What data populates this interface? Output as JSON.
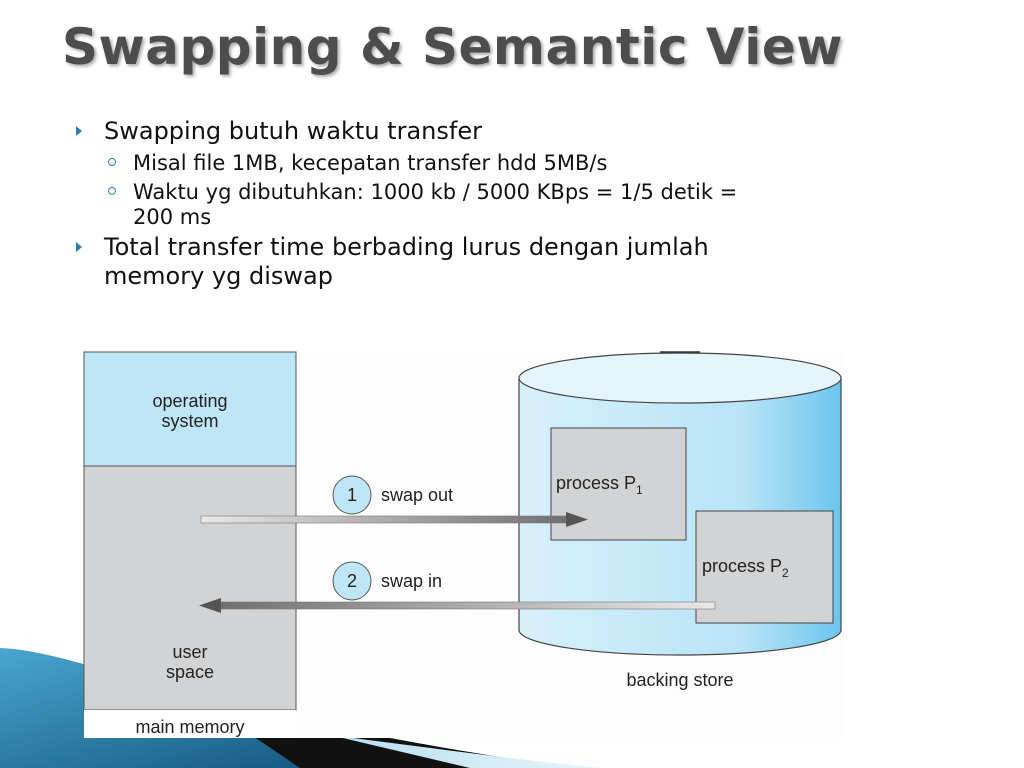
{
  "slide": {
    "title": "Swapping & Semantic View",
    "bullets": [
      {
        "text": "Swapping butuh waktu transfer",
        "sub": [
          "Misal file 1MB, kecepatan transfer hdd 5MB/s",
          "Waktu yg dibutuhkan: 1000 kb / 5000 KBps = 1/5 detik =",
          "200 ms"
        ]
      },
      {
        "text_line1": "Total transfer time berbading lurus dengan jumlah",
        "text_line2": "memory yg diswap"
      }
    ]
  },
  "diagram": {
    "os_label_line1": "operating",
    "os_label_line2": "system",
    "user_label_line1": "user",
    "user_label_line2": "space",
    "main_memory_label": "main memory",
    "step1_number": "1",
    "step1_label": "swap out",
    "step2_number": "2",
    "step2_label": "swap in",
    "process1_label": "process P",
    "process1_sub": "1",
    "process2_label": "process P",
    "process2_sub": "2",
    "backing_store_label": "backing store",
    "colors": {
      "os_fill": "#bfe6f7",
      "memory_fill": "#d2d3d4",
      "cylinder_fill": "#c6e9f8",
      "circle_fill": "#bfe6f7",
      "arrow_fill": "#8a8a8a"
    }
  },
  "icons": {
    "bullet_main": "triangle-bullet-icon",
    "bullet_sub": "circle-bullet-icon"
  }
}
